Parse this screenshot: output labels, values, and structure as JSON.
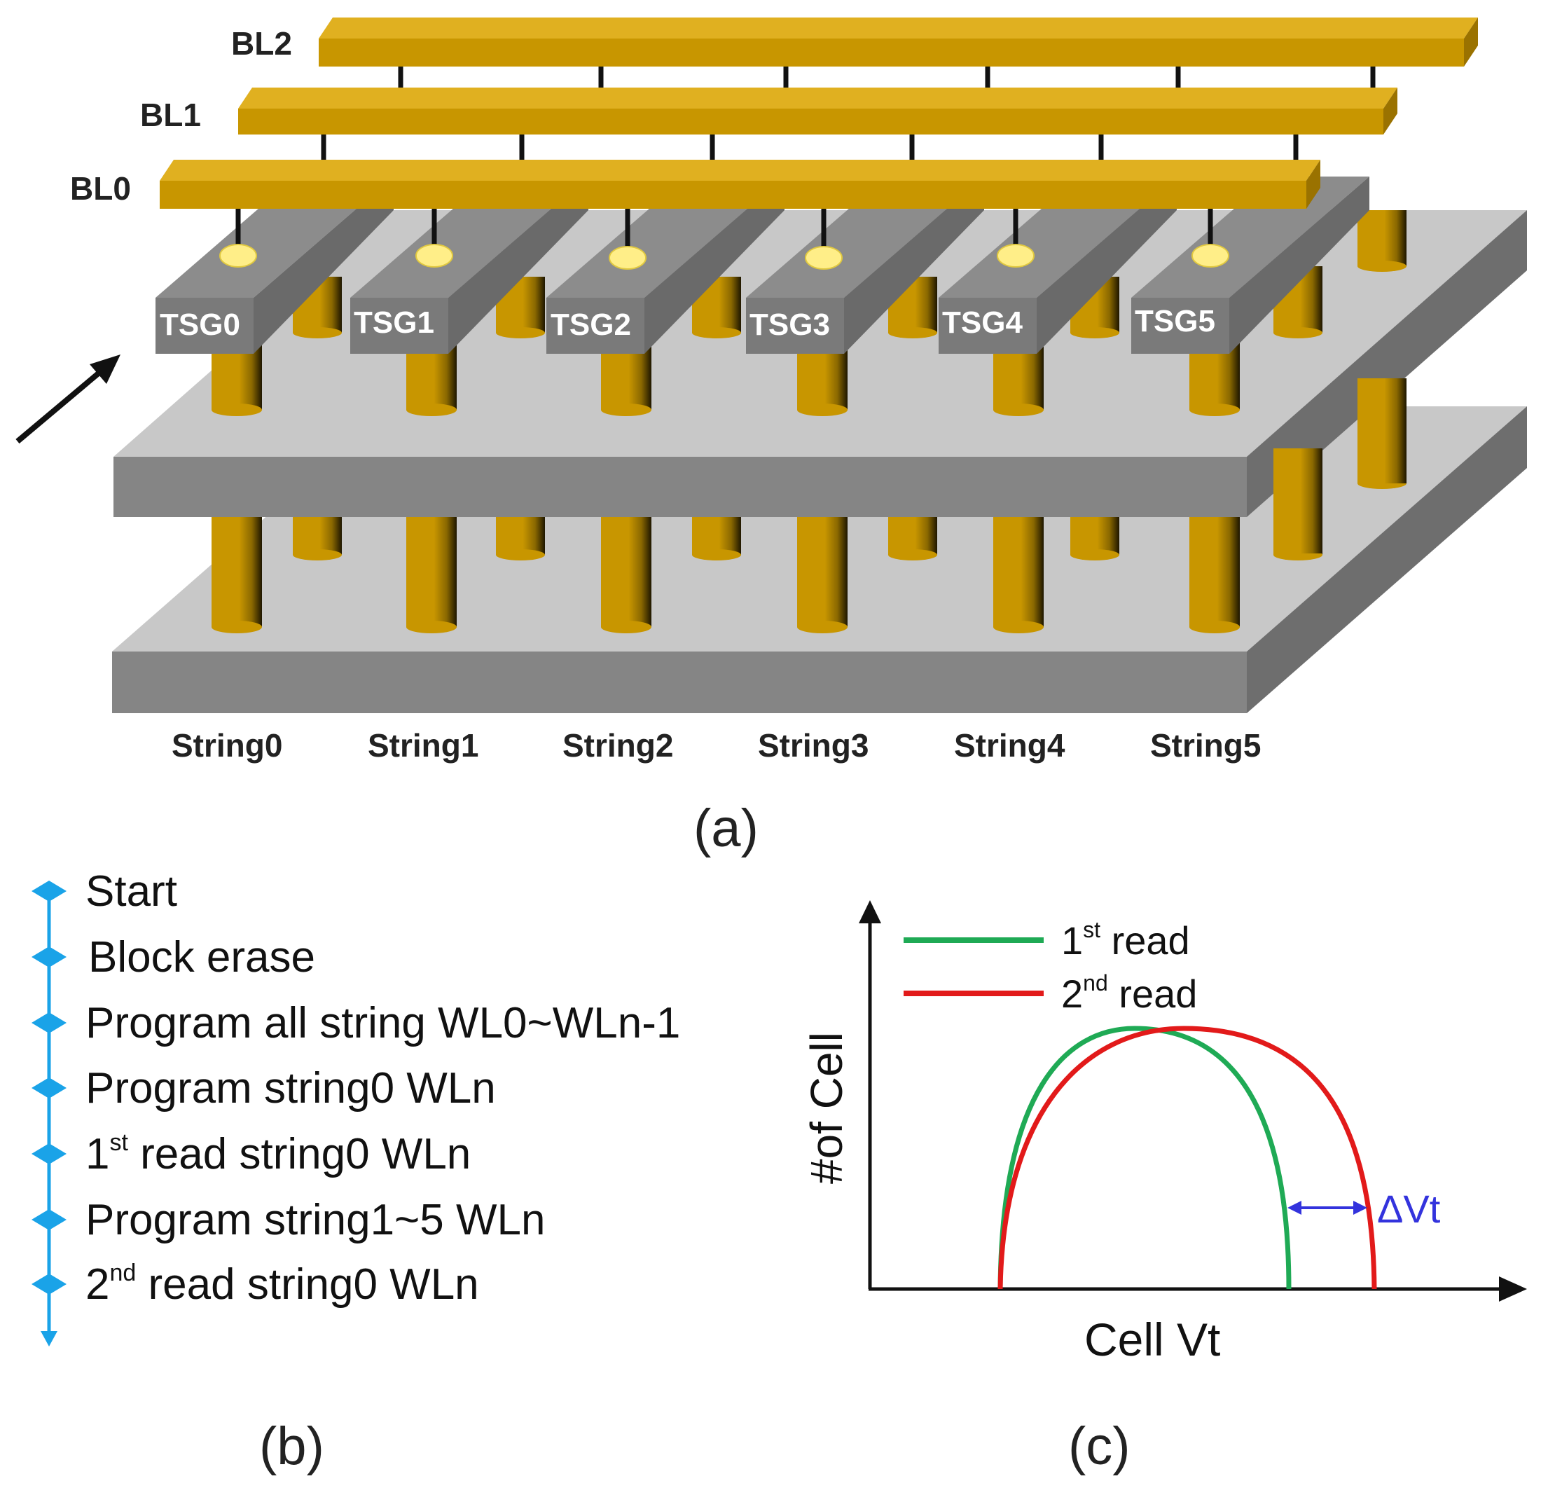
{
  "panel_a": {
    "caption": "(a)",
    "bitlines": [
      "BL0",
      "BL1",
      "BL2"
    ],
    "select_gates": [
      "TSG0",
      "TSG1",
      "TSG2",
      "TSG3",
      "TSG4",
      "TSG5"
    ],
    "strings": [
      "String0",
      "String1",
      "String2",
      "String3",
      "String4",
      "String5"
    ]
  },
  "panel_b": {
    "caption": "(b)",
    "steps": [
      {
        "pre": "",
        "sup": "",
        "post": "Start"
      },
      {
        "pre": "",
        "sup": "",
        "post": "Block erase"
      },
      {
        "pre": "",
        "sup": "",
        "post": "Program all string WL0~WLn-1"
      },
      {
        "pre": "",
        "sup": "",
        "post": "Program string0 WLn"
      },
      {
        "pre": "1",
        "sup": "st",
        "post": " read string0 WLn"
      },
      {
        "pre": "",
        "sup": "",
        "post": "Program string1~5 WLn"
      },
      {
        "pre": "2",
        "sup": "nd",
        "post": " read string0 WLn"
      }
    ]
  },
  "panel_c": {
    "caption": "(c)",
    "x_label": "Cell Vt",
    "y_label": "#of Cell",
    "legend": [
      {
        "pre": "1",
        "sup": "st",
        "post": " read",
        "color": "#1faa55"
      },
      {
        "pre": "2",
        "sup": "nd",
        "post": " read",
        "color": "#e21a1a"
      }
    ],
    "annotation": "ΔVt",
    "annotation_color": "#3333dd"
  },
  "colors": {
    "gold": "#c89600",
    "gold_dark": "#8a6800",
    "plate_top": "#c8c8c8",
    "plate_side": "#858585",
    "timeline": "#1aa3e8"
  }
}
